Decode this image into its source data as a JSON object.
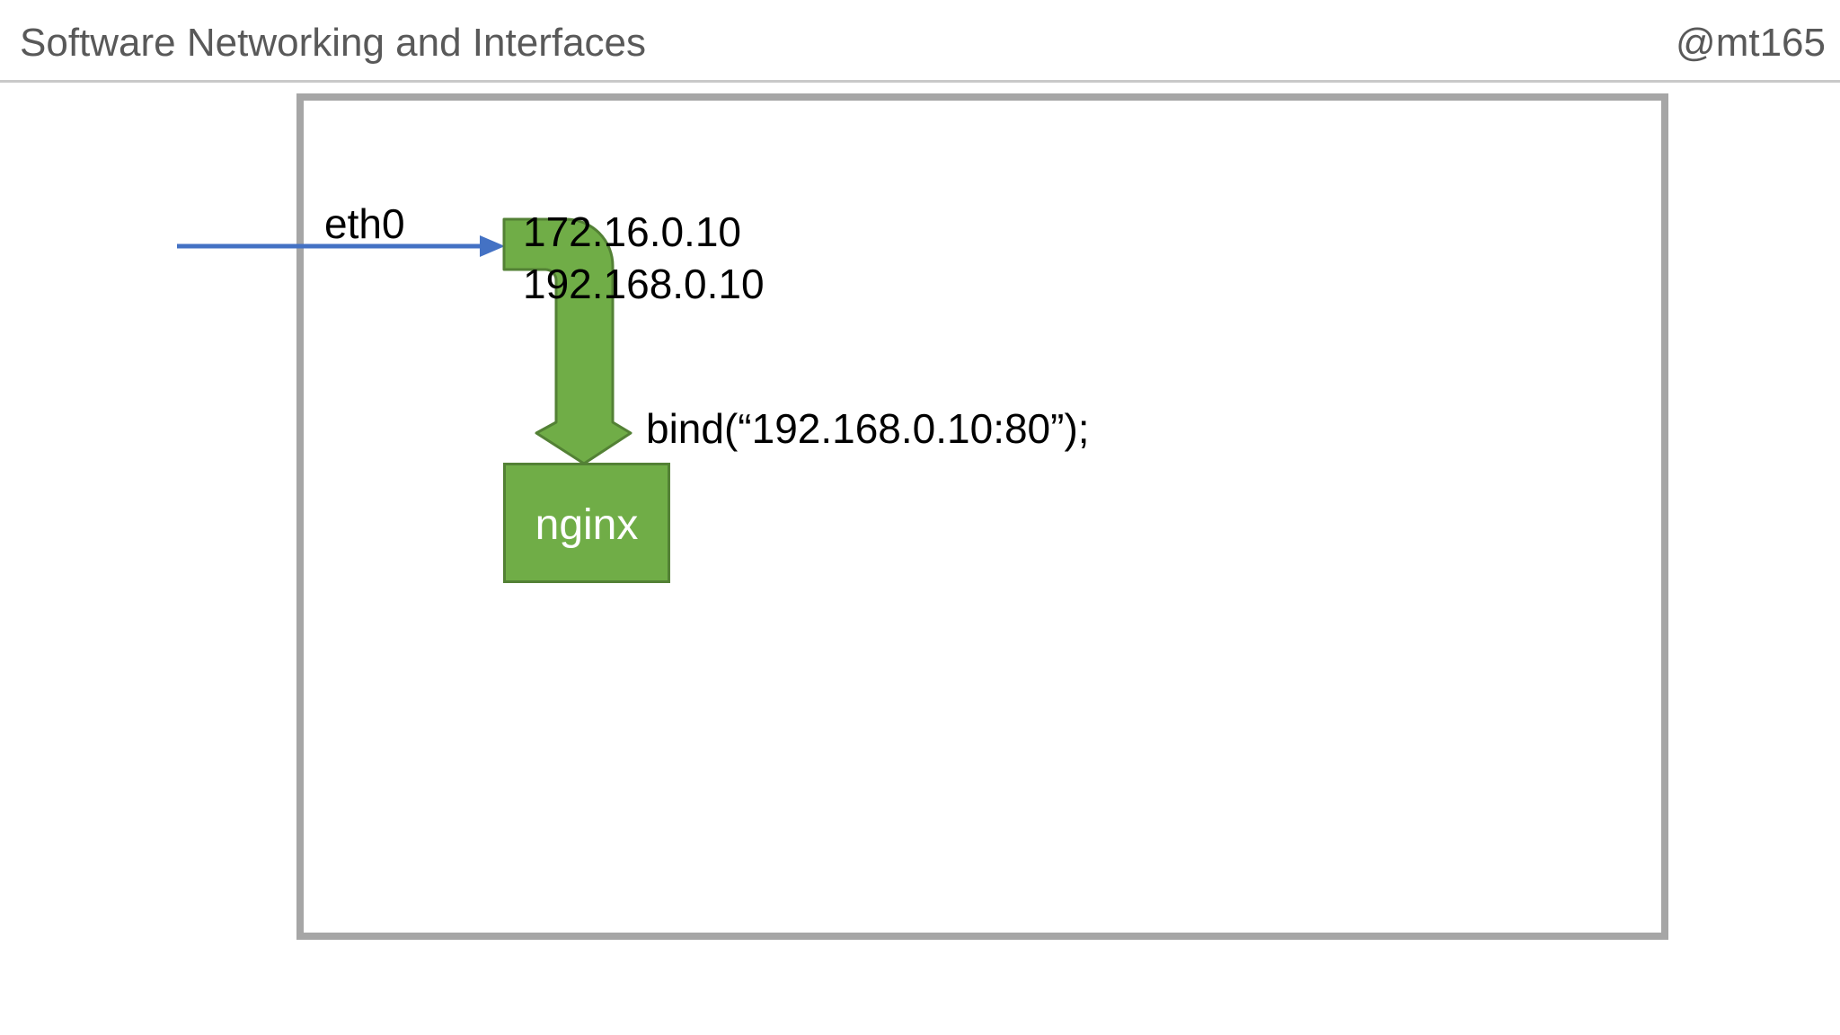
{
  "header": {
    "title": "Software Networking and Interfaces",
    "handle": "@mt165"
  },
  "diagram": {
    "interface_label": "eth0",
    "ip_external": "172.16.0.10",
    "ip_internal": "192.168.0.10",
    "bind_call": "bind(“192.168.0.10:80”);",
    "process_label": "nginx"
  },
  "colors": {
    "title_gray": "#595959",
    "divider_gray": "#c9c9c9",
    "box_border": "#a6a6a6",
    "blue_arrow": "#4472c4",
    "green_fill": "#70ad47",
    "green_border": "#538135"
  }
}
